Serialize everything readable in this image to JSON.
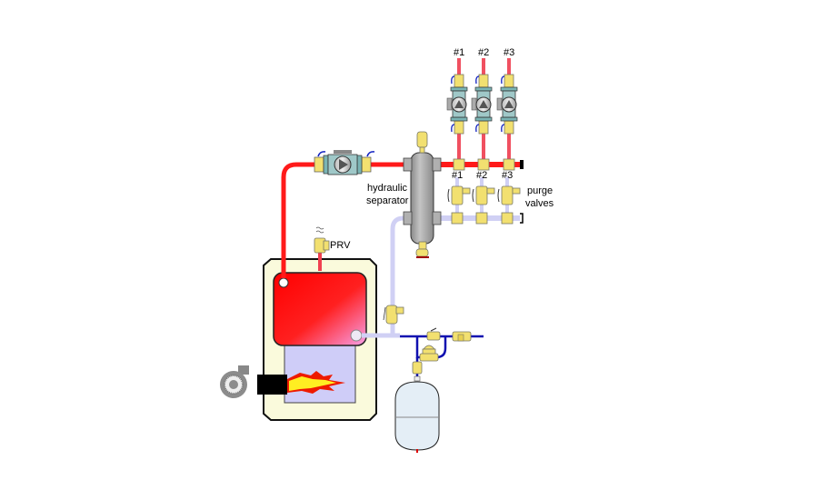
{
  "diagram": {
    "title": "Boiler with hydraulic separator and three pumped zone circuits",
    "labels": {
      "hydraulic_separator_line1": "hydraulic",
      "hydraulic_separator_line2": "separator",
      "purge_valves_line1": "purge",
      "purge_valves_line2": "valves",
      "prv": "PRV"
    },
    "zones": [
      {
        "pump_label": "#1",
        "purge_label": "#1"
      },
      {
        "pump_label": "#2",
        "purge_label": "#2"
      },
      {
        "pump_label": "#3",
        "purge_label": "#3"
      }
    ],
    "components": [
      "boiler",
      "burner",
      "flame",
      "primary-circulator",
      "hydraulic-separator",
      "air-vent",
      "drain-valve",
      "zone-circulators",
      "supply-header",
      "return-header",
      "purge-valves",
      "pressure-relief-valve",
      "air-separator",
      "backflow-preventer",
      "pressure-reducing-valve",
      "expansion-tank"
    ],
    "colors": {
      "hot_pipe": "#ff1a1a",
      "zone_pipe": "#f05060",
      "cool_pipe": "#d0d0f4",
      "cold_water": "#1010b0",
      "brass": "#f2e070",
      "separator": "#a8a8a8",
      "boiler_jacket": "#fafadc",
      "firebox": "#cfcdf8",
      "tank": "#e4eef6"
    }
  }
}
